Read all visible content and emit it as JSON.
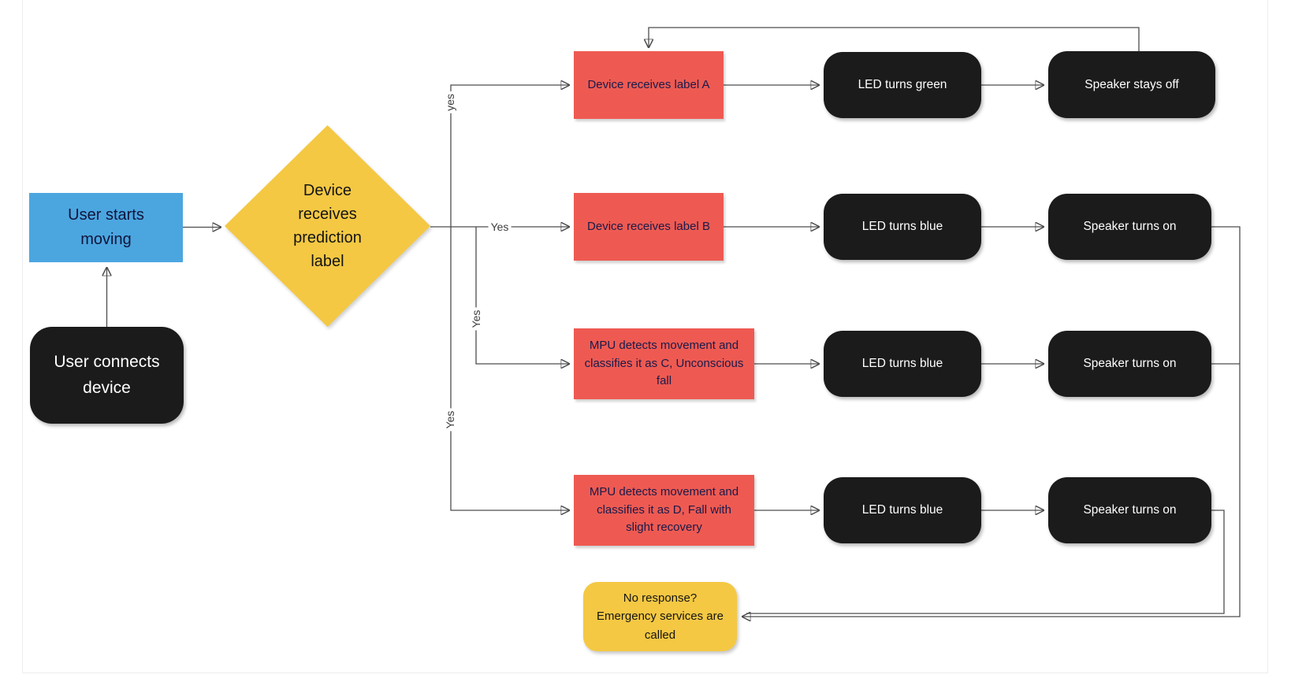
{
  "nodes": {
    "user_connects": {
      "label": "User connects device"
    },
    "user_moves": {
      "label": "User starts moving"
    },
    "decision": {
      "label": "Device receives prediction label"
    },
    "label_a": {
      "label": "Device receives label A"
    },
    "led_green": {
      "label": "LED turns green"
    },
    "speaker_off": {
      "label": "Speaker stays off"
    },
    "label_b": {
      "label": "Device receives label B"
    },
    "led_blue_b": {
      "label": "LED turns blue"
    },
    "speaker_on_b": {
      "label": "Speaker turns on"
    },
    "label_c": {
      "label": "MPU detects movement and classifies it as C, Unconscious fall"
    },
    "led_blue_c": {
      "label": "LED turns blue"
    },
    "speaker_on_c": {
      "label": "Speaker turns on"
    },
    "label_d": {
      "label": "MPU detects movement and classifies it as D, Fall with slight recovery"
    },
    "led_blue_d": {
      "label": "LED turns blue"
    },
    "speaker_on_d": {
      "label": "Speaker turns on"
    },
    "emergency": {
      "label": "No response? Emergency services are called"
    }
  },
  "edge_labels": {
    "branch_a": "yes",
    "branch_b": "Yes",
    "branch_c": "Yes",
    "branch_d": "Yes"
  },
  "colors": {
    "process_red": "#ee5a52",
    "decision_yellow": "#f4c843",
    "start_blue": "#4ba6e0",
    "terminal_black": "#1b1b1b",
    "connector_gray": "#4d4d4d",
    "background": "#ffffff"
  }
}
